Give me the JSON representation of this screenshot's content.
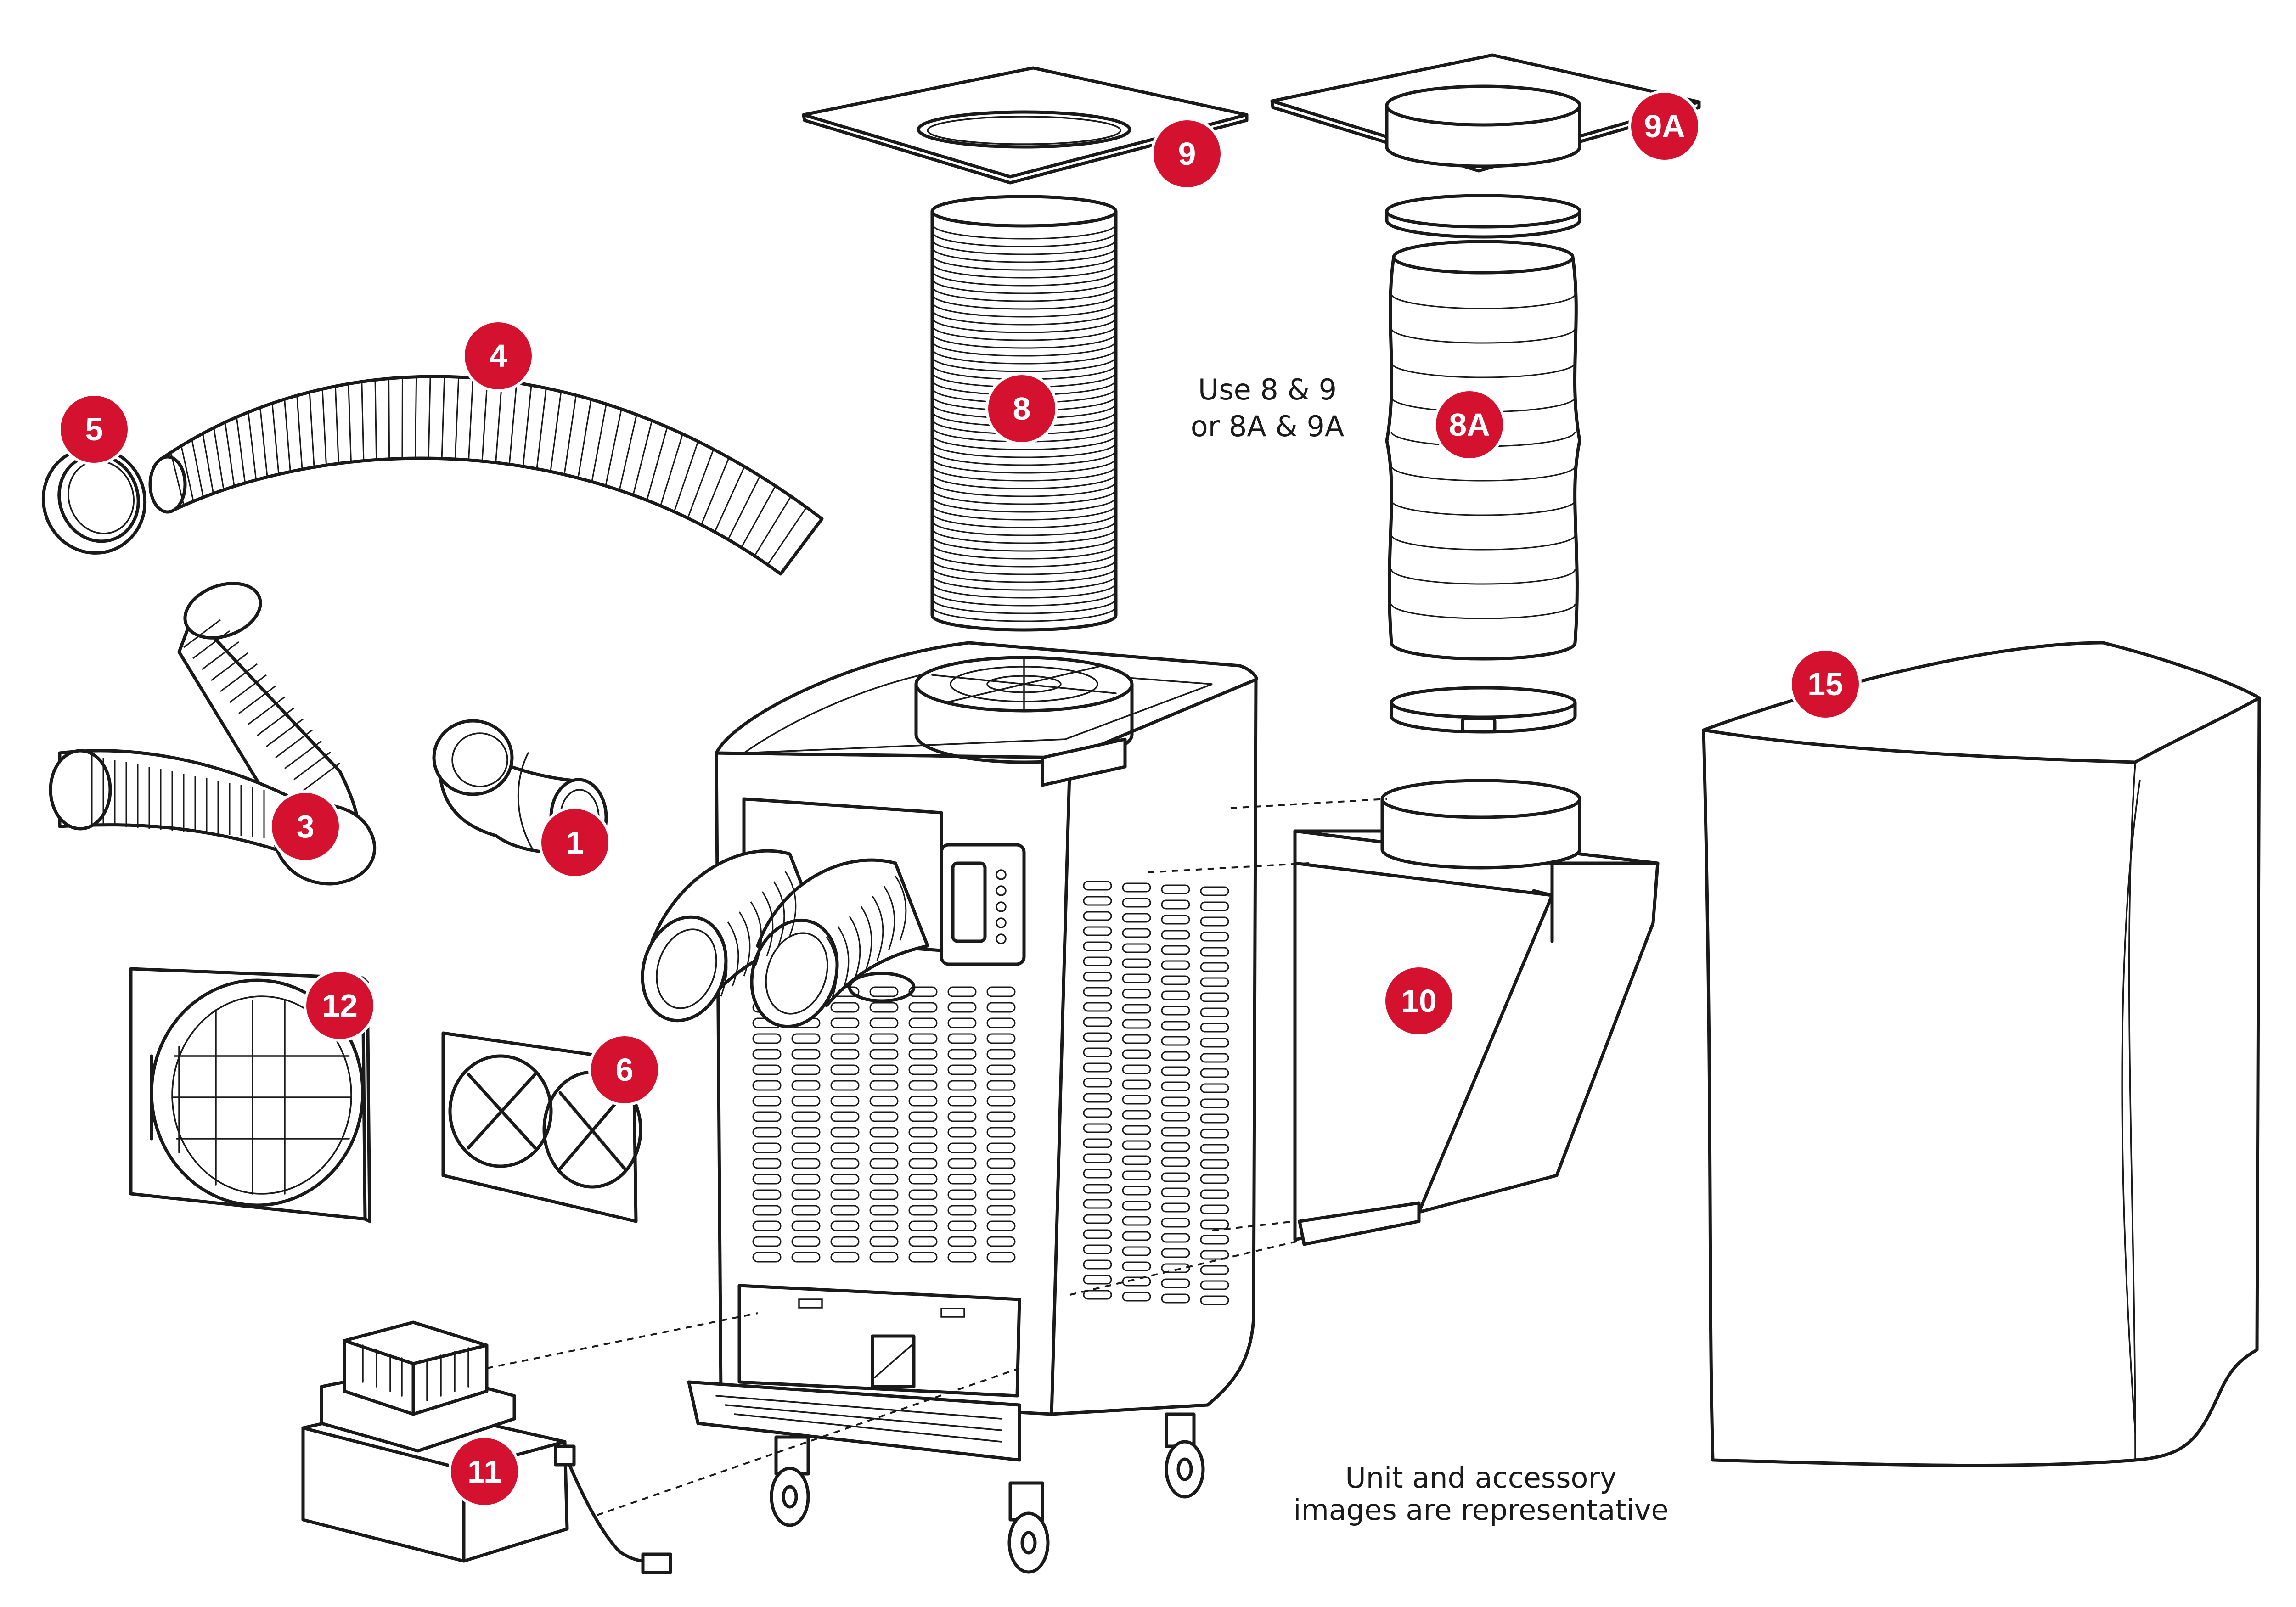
{
  "colors": {
    "badge": "#d4112f",
    "badge_text": "#ffffff",
    "line": "#1a1a1a",
    "background": "#ffffff"
  },
  "badges": [
    {
      "id": "1",
      "label": "1"
    },
    {
      "id": "3",
      "label": "3"
    },
    {
      "id": "4",
      "label": "4"
    },
    {
      "id": "5",
      "label": "5"
    },
    {
      "id": "6",
      "label": "6"
    },
    {
      "id": "8",
      "label": "8"
    },
    {
      "id": "8a",
      "label": "8A"
    },
    {
      "id": "9",
      "label": "9"
    },
    {
      "id": "9a",
      "label": "9A"
    },
    {
      "id": "10",
      "label": "10"
    },
    {
      "id": "11",
      "label": "11"
    },
    {
      "id": "12",
      "label": "12"
    },
    {
      "id": "15",
      "label": "15"
    }
  ],
  "notes": {
    "duct_choice": [
      "Use 8 & 9",
      "or 8A & 9A"
    ],
    "disclaimer": [
      "Unit and accessory",
      "images are representative"
    ]
  }
}
